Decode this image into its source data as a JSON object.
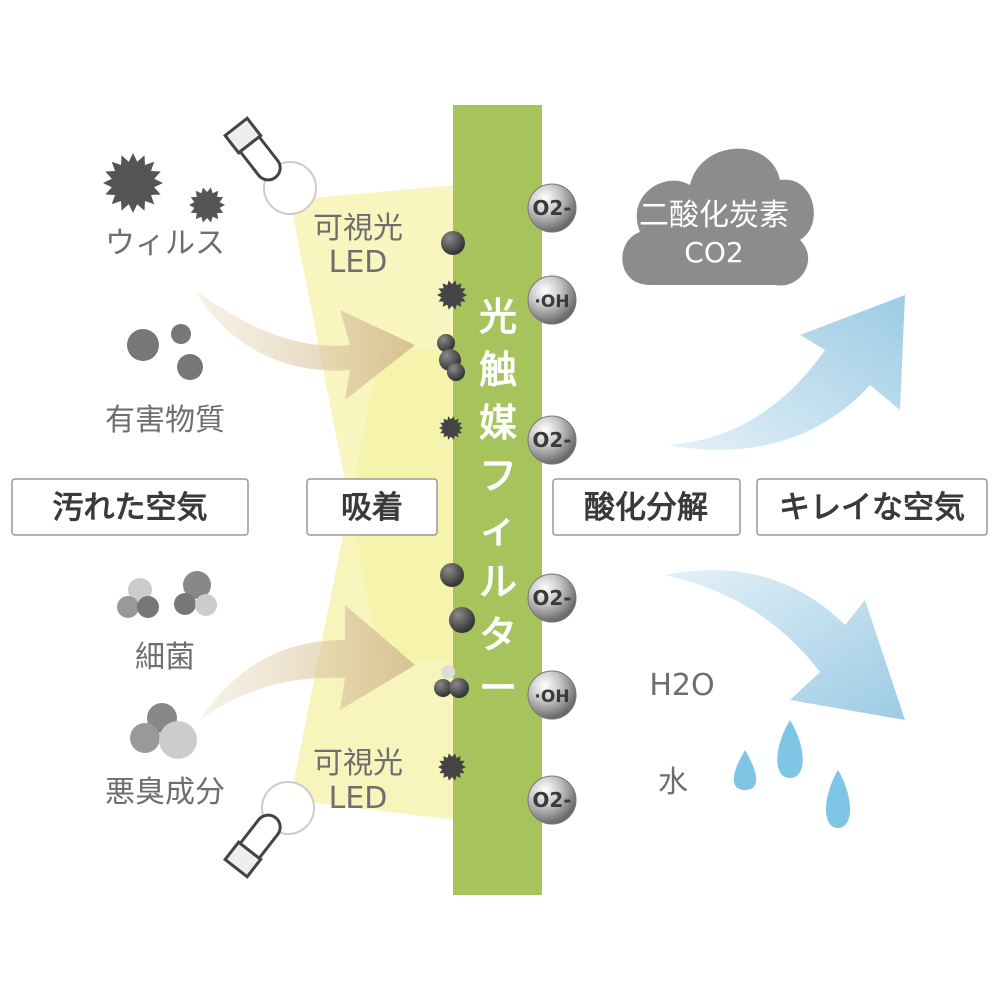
{
  "left_sources": {
    "virus": "ウィルス",
    "harmful": "有害物質",
    "bacteria": "細菌",
    "odor": "悪臭成分"
  },
  "led_top": {
    "line1": "可視光",
    "line2": "LED"
  },
  "led_bottom": {
    "line1": "可視光",
    "line2": "LED"
  },
  "filter_label": [
    "光",
    "触",
    "媒",
    "フ",
    "ィ",
    "ル",
    "タ",
    "ー"
  ],
  "radicals": [
    "O2-",
    "·OH",
    "O2-",
    "O2-",
    "·OH",
    "O2-"
  ],
  "stages": {
    "dirty_air": "汚れた空気",
    "adsorption": "吸着",
    "oxidation": "酸化分解",
    "clean_air": "キレイな空気"
  },
  "products": {
    "co2_name": "二酸化炭素",
    "co2_formula": "CO2",
    "h2o_formula": "H2O",
    "water": "水"
  },
  "colors": {
    "filter": "#a6c35c",
    "light": "#f6f3b0",
    "arrow_brown": "#d9bf95",
    "arrow_blue": "#a9d0e6",
    "cloud": "#8c8c8c",
    "drop": "#7fc6e6"
  }
}
